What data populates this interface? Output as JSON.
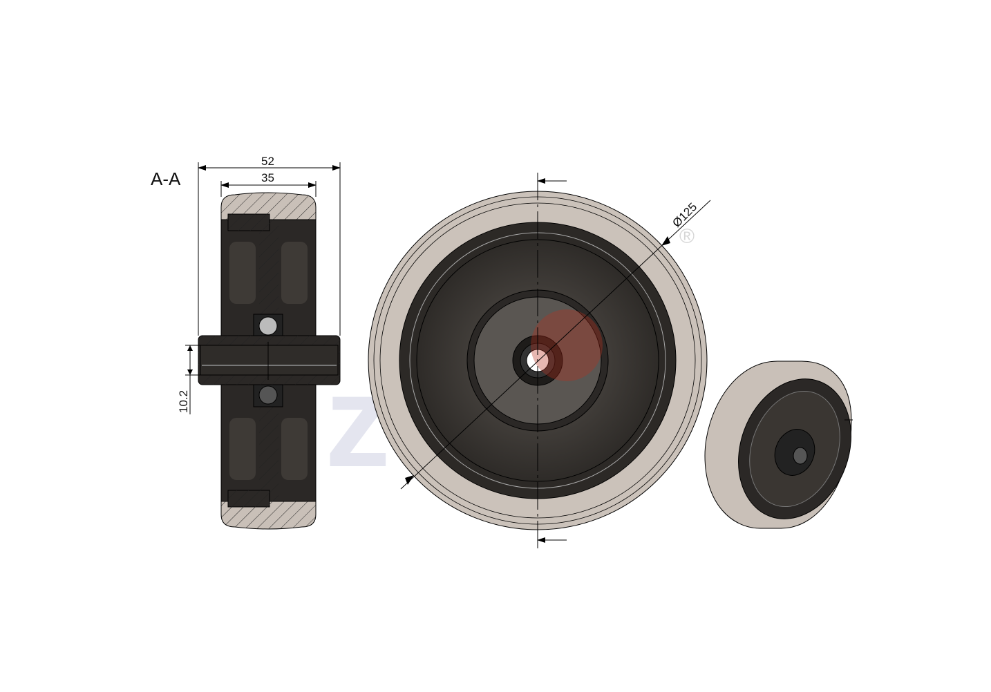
{
  "section_view": {
    "label": "A-A",
    "dim_overall_width": "52",
    "dim_tread_width": "35",
    "dim_bore_radius": "10.2"
  },
  "front_view": {
    "dim_diameter": "Ø125"
  },
  "watermark": {
    "text": "zon",
    "mark": "®"
  },
  "colors": {
    "tread": "#cbc2ba",
    "core": "#3a3632",
    "core_dark": "#24211f",
    "line": "#000000",
    "accent_red": "#b83020",
    "accent_blue": "#2a3580"
  }
}
